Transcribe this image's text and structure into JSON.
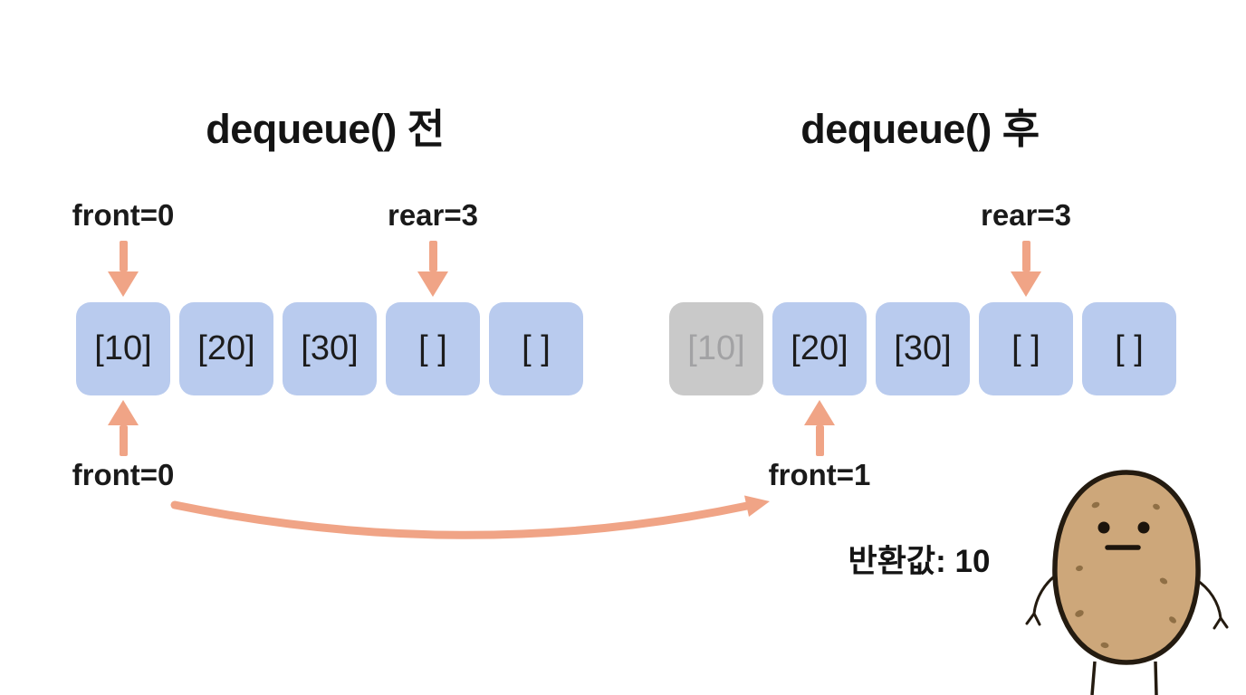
{
  "colors": {
    "background": "#ffffff",
    "cell_blue": "#b9cbee",
    "cell_removed_gray": "#c9c9c9",
    "cell_removed_text": "#a2a2a4",
    "arrow_salmon": "#f0a486",
    "text": "#161616",
    "potato_body": "#cda77a",
    "potato_outline": "#241b10",
    "potato_spot": "#8f6f45"
  },
  "before": {
    "title": "dequeue() 전",
    "front_top_label": "front=0",
    "rear_top_label": "rear=3",
    "front_bottom_label": "front=0",
    "cells": [
      {
        "value": "[10]",
        "state": "filled"
      },
      {
        "value": "[20]",
        "state": "filled"
      },
      {
        "value": "[30]",
        "state": "filled"
      },
      {
        "value": "[ ]",
        "state": "empty"
      },
      {
        "value": "[ ]",
        "state": "empty"
      }
    ]
  },
  "after": {
    "title": "dequeue() 후",
    "rear_top_label": "rear=3",
    "front_bottom_label": "front=1",
    "cells": [
      {
        "value": "[10]",
        "state": "removed"
      },
      {
        "value": "[20]",
        "state": "filled"
      },
      {
        "value": "[30]",
        "state": "filled"
      },
      {
        "value": "[ ]",
        "state": "empty"
      },
      {
        "value": "[ ]",
        "state": "empty"
      }
    ]
  },
  "pointers": {
    "front_before": 0,
    "front_after": 1,
    "rear": 3
  },
  "return_value": {
    "label": "반환값: 10",
    "value": 10
  }
}
